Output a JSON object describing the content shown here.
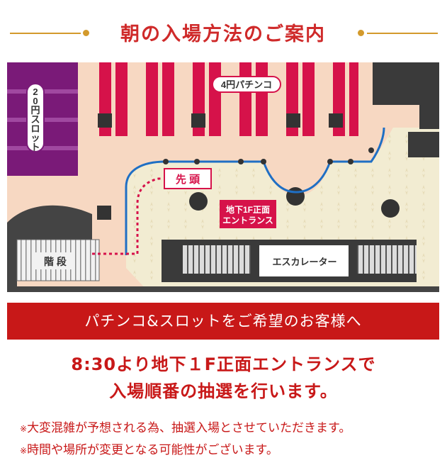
{
  "header": {
    "title": "朝の入場方法のご案内"
  },
  "map": {
    "slot_label": "20円スロット",
    "pachinko_label": "4円パチンコ",
    "front_label": "先 頭",
    "entrance_label": "地下1F正面\nエントランス",
    "stairs_label": "階 段",
    "escalator_label": "エスカレーター"
  },
  "banner": {
    "text": "パチンコ&スロットをご希望のお客様へ"
  },
  "lead": {
    "line1": "8:30より地下１F正面エントランスで",
    "line2": "入場順番の抽選を行います。"
  },
  "notes": [
    {
      "mark": "※",
      "text": "大変混雑が予想される為、抽選入場とさせていただきます。"
    },
    {
      "mark": "※",
      "text": "時間や場所が変更となる可能性がございます。"
    }
  ],
  "colors": {
    "accent_gold": "#d39a2c",
    "accent_red": "#c81818",
    "title_red": "#cf2a2a",
    "machine_red": "#d6124a",
    "slot_purple": "#7a1a78",
    "floor_peach": "#f7d8c2",
    "floor_cream": "#f2ecd2",
    "wall_dark": "#3a3a3a",
    "path_blue": "#1f6fc4"
  }
}
